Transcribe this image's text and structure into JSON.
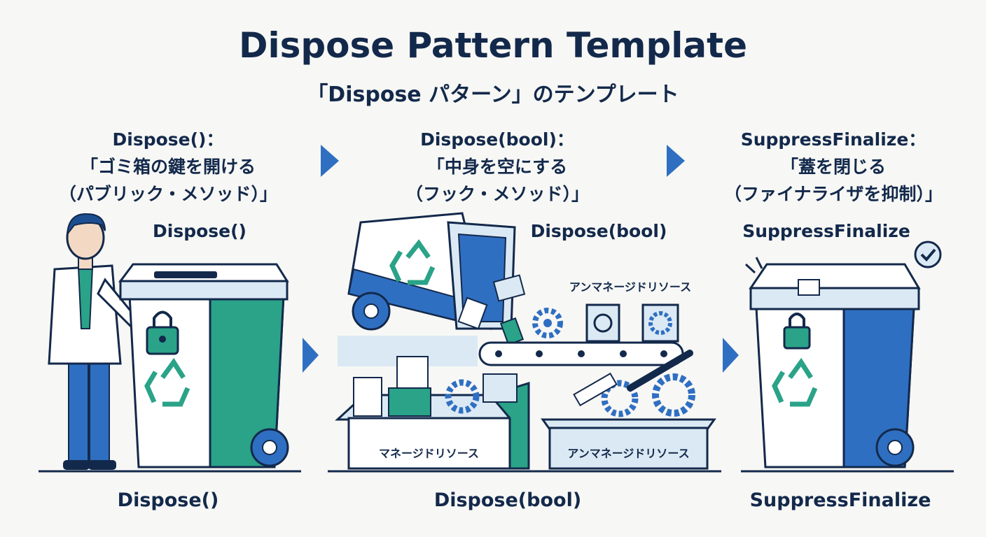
{
  "header": {
    "title": "Dispose Pattern Template",
    "subtitle": "「Dispose パターン」のテンプレート"
  },
  "steps": [
    {
      "line1": "Dispose()：",
      "line2": "「ゴミ箱の鍵を開ける",
      "line3": "（パブリック・メソッド）」"
    },
    {
      "line1": "Dispose(bool)：",
      "line2": "「中身を空にする",
      "line3": "（フック・メソッド）」"
    },
    {
      "line1": "SuppressFinalize：",
      "line2": "「蓋を閉じる",
      "line3": "（ファイナライザを抑制）」"
    }
  ],
  "panel_labels": {
    "dispose": "Dispose()",
    "dispose_bool": "Dispose(bool)",
    "suppress": "SuppressFinalize"
  },
  "resources": {
    "unmanaged_top": "アンマネージドリソース",
    "managed_box": "マネージドリソース",
    "unmanaged_box": "アンマネージドリソース"
  },
  "footer": {
    "dispose": "Dispose()",
    "dispose_bool": "Dispose(bool)",
    "suppress": "SuppressFinalize"
  },
  "colors": {
    "navy": "#13294b",
    "blue": "#2f6fc2",
    "teal": "#2aa388",
    "light": "#dbe9f4"
  }
}
